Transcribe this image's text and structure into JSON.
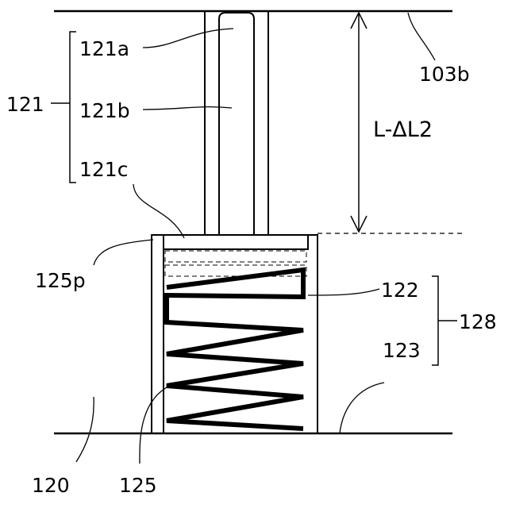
{
  "labels": {
    "l121": "121",
    "l121a": "121a",
    "l121b": "121b",
    "l121c": "121c",
    "l103b": "103b",
    "dimension": "L-ΔL2",
    "l125p": "125p",
    "l122": "122",
    "l123": "123",
    "l128": "128",
    "l120": "120",
    "l125": "125"
  }
}
